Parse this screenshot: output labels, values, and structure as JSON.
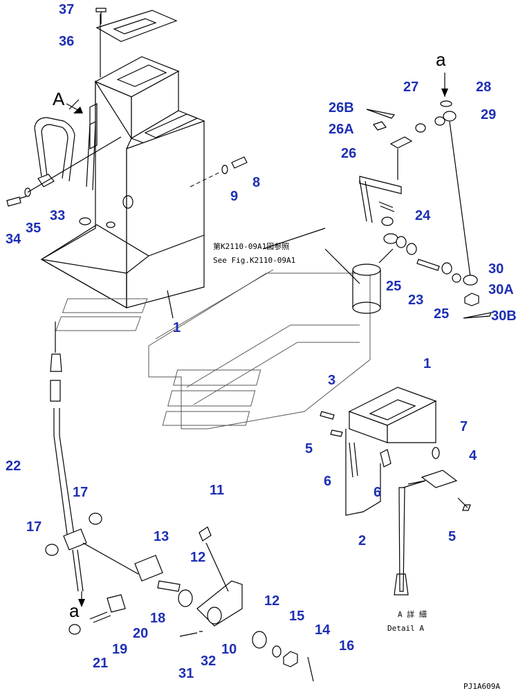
{
  "callouts": [
    {
      "id": "37",
      "label": "37"
    },
    {
      "id": "36",
      "label": "36"
    },
    {
      "id": "a-top",
      "label": "a"
    },
    {
      "id": "28",
      "label": "28"
    },
    {
      "id": "27",
      "label": "27"
    },
    {
      "id": "26B",
      "label": "26B"
    },
    {
      "id": "29",
      "label": "29"
    },
    {
      "id": "26A",
      "label": "26A"
    },
    {
      "id": "26",
      "label": "26"
    },
    {
      "id": "A-arrow",
      "label": "A"
    },
    {
      "id": "8",
      "label": "8"
    },
    {
      "id": "9",
      "label": "9"
    },
    {
      "id": "33",
      "label": "33"
    },
    {
      "id": "35",
      "label": "35"
    },
    {
      "id": "34",
      "label": "34"
    },
    {
      "id": "24",
      "label": "24"
    },
    {
      "id": "30",
      "label": "30"
    },
    {
      "id": "25a",
      "label": "25"
    },
    {
      "id": "30A",
      "label": "30A"
    },
    {
      "id": "23",
      "label": "23"
    },
    {
      "id": "25b",
      "label": "25"
    },
    {
      "id": "30B",
      "label": "30B"
    },
    {
      "id": "1a",
      "label": "1"
    },
    {
      "id": "1b",
      "label": "1"
    },
    {
      "id": "3",
      "label": "3"
    },
    {
      "id": "7",
      "label": "7"
    },
    {
      "id": "5a",
      "label": "5"
    },
    {
      "id": "4",
      "label": "4"
    },
    {
      "id": "22",
      "label": "22"
    },
    {
      "id": "6a",
      "label": "6"
    },
    {
      "id": "6b",
      "label": "6"
    },
    {
      "id": "11",
      "label": "11"
    },
    {
      "id": "17a",
      "label": "17"
    },
    {
      "id": "5b",
      "label": "5"
    },
    {
      "id": "17b",
      "label": "17"
    },
    {
      "id": "2",
      "label": "2"
    },
    {
      "id": "13",
      "label": "13"
    },
    {
      "id": "12a",
      "label": "12"
    },
    {
      "id": "18",
      "label": "18"
    },
    {
      "id": "a-bottom",
      "label": "a"
    },
    {
      "id": "20",
      "label": "20"
    },
    {
      "id": "12b",
      "label": "12"
    },
    {
      "id": "15",
      "label": "15"
    },
    {
      "id": "19",
      "label": "19"
    },
    {
      "id": "14",
      "label": "14"
    },
    {
      "id": "10",
      "label": "10"
    },
    {
      "id": "16",
      "label": "16"
    },
    {
      "id": "21",
      "label": "21"
    },
    {
      "id": "31",
      "label": "31"
    },
    {
      "id": "32",
      "label": "32"
    }
  ],
  "notes": {
    "ref_jp": "第K2110-09A1図参照",
    "ref_en": "See Fig.K2110-09A1",
    "detail_jp": "A 詳 細",
    "detail_en": "Detail A",
    "drawing_code": "PJ1A609A"
  }
}
